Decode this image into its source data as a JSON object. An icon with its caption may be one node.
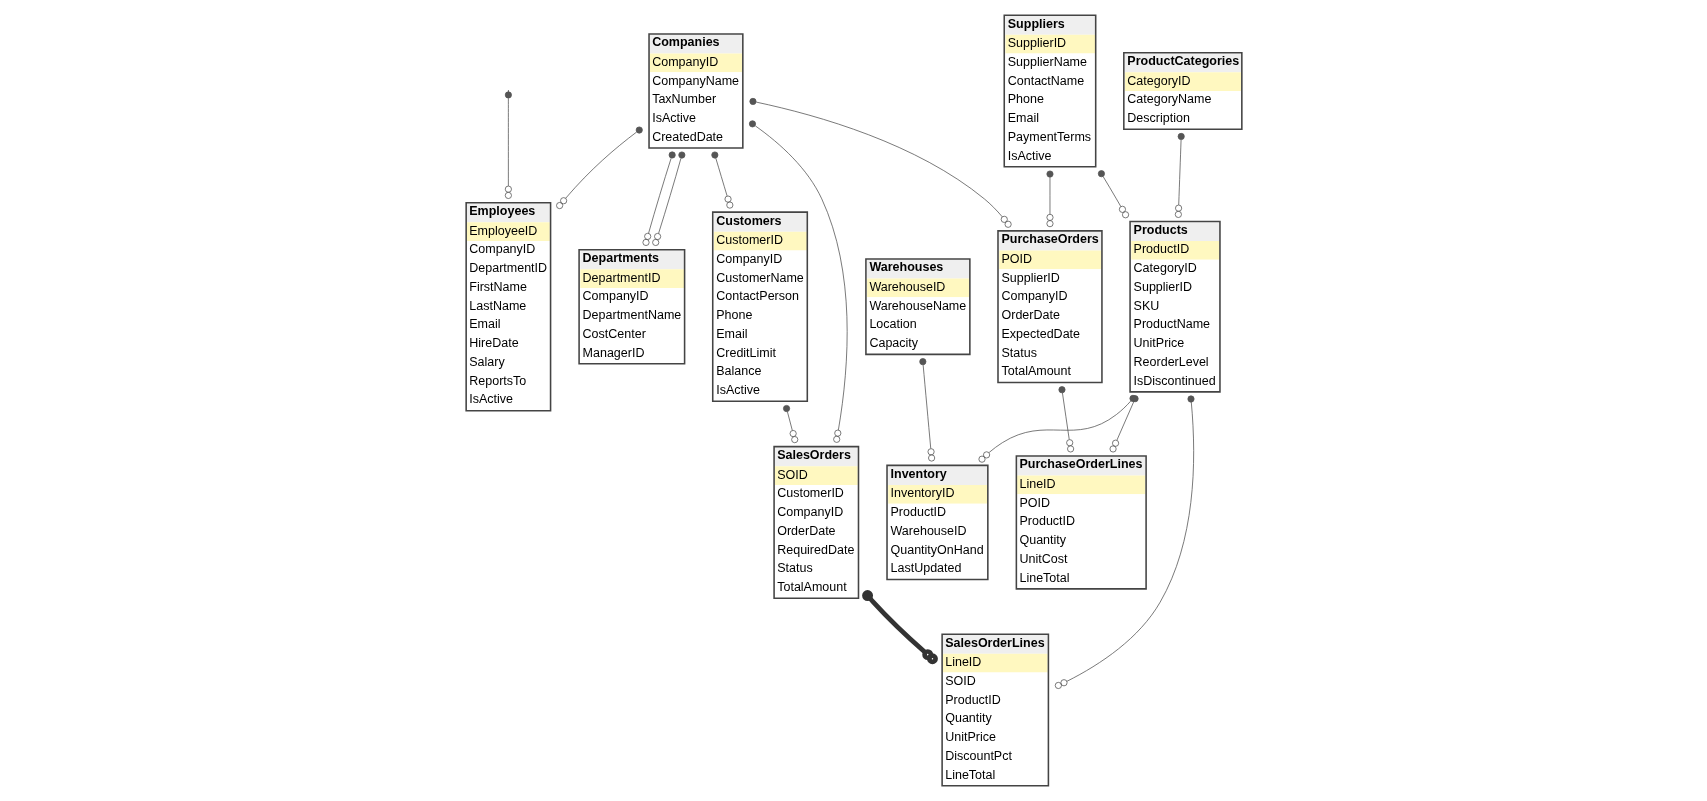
{
  "diagram": {
    "nodes": [
      {
        "text": [
          "Employees",
          "EmployeeID",
          "CompanyID",
          "DepartmentID",
          "FirstName",
          "LastName",
          "Email",
          "HireDate",
          "Salary",
          "ReportsTo",
          "IsActive"
        ]
      },
      {
        "text": [
          "SalesOrders",
          "SOID",
          "CustomerID",
          "CompanyID",
          "OrderDate",
          "RequiredDate",
          "Status",
          "TotalAmount"
        ]
      },
      {
        "text": [
          "Customers",
          "CustomerID",
          "CompanyID",
          "CustomerName",
          "ContactPerson",
          "Phone",
          "Email",
          "CreditLimit",
          "Balance",
          "IsActive"
        ]
      },
      {
        "text": [
          "SalesOrderLines",
          "LineID",
          "SOID",
          "ProductID",
          "Quantity",
          "UnitPrice",
          "DiscountPct",
          "LineTotal"
        ]
      },
      {
        "text": [
          "Companies",
          "CompanyID",
          "CompanyName",
          "TaxNumber",
          "IsActive",
          "CreatedDate"
        ]
      },
      {
        "text": [
          "PurchaseOrders",
          "POID",
          "SupplierID",
          "CompanyID",
          "OrderDate",
          "ExpectedDate",
          "Status",
          "TotalAmount"
        ]
      },
      {
        "text": [
          "Suppliers",
          "SupplierID",
          "SupplierName",
          "ContactName",
          "Phone",
          "Email",
          "PaymentTerms",
          "IsActive"
        ]
      },
      {
        "text": [
          "Inventory",
          "InventoryID",
          "ProductID",
          "WarehouseID",
          "QuantityOnHand",
          "LastUpdated"
        ]
      },
      {
        "text": [
          "Products",
          "ProductID",
          "CategoryID",
          "SupplierID",
          "SKU",
          "ProductName",
          "UnitPrice",
          "ReorderLevel",
          "IsDiscontinued"
        ]
      },
      {
        "text": [
          "Departments",
          "DepartmentID",
          "CompanyID",
          "DepartmentName",
          "CostCenter",
          "ManagerID"
        ]
      },
      {
        "text": [
          "PurchaseOrderLines",
          "LineID",
          "POID",
          "ProductID",
          "Quantity",
          "UnitCost",
          "LineTotal"
        ]
      },
      {
        "text": [
          "Warehouses",
          "WarehouseID",
          "WarehouseName",
          "Location",
          "Capacity"
        ]
      },
      {
        "text": [
          "ProductCategories",
          "CategoryID",
          "CategoryName",
          "Description"
        ]
      }
    ],
    "edges": [
      {
        "from": null,
        "to": 0,
        "arrow": "other"
      },
      {
        "from": 4,
        "to": 0,
        "arrow": "other"
      },
      {
        "from": 4,
        "to": 9,
        "arrow": "other"
      },
      {
        "from": 4,
        "to": 9,
        "arrow": "other"
      },
      {
        "from": 4,
        "to": 1,
        "arrow": "other"
      },
      {
        "from": 4,
        "to": 2,
        "arrow": "other"
      },
      {
        "from": 4,
        "to": 5,
        "arrow": "other"
      },
      {
        "from": 2,
        "to": 1,
        "arrow": "other"
      },
      {
        "from": 1,
        "to": 3,
        "arrow": "other",
        "style": "thick"
      },
      {
        "from": 8,
        "to": 3,
        "arrow": "other"
      },
      {
        "from": 6,
        "to": 5,
        "arrow": "other"
      },
      {
        "from": 6,
        "to": 8,
        "arrow": "other"
      },
      {
        "from": 5,
        "to": 10,
        "arrow": "other"
      },
      {
        "from": 8,
        "to": 10,
        "arrow": "other"
      },
      {
        "from": 12,
        "to": 8,
        "arrow": "other"
      },
      {
        "from": 8,
        "to": 7,
        "arrow": "other"
      },
      {
        "from": 11,
        "to": 7,
        "arrow": "other"
      }
    ]
  }
}
